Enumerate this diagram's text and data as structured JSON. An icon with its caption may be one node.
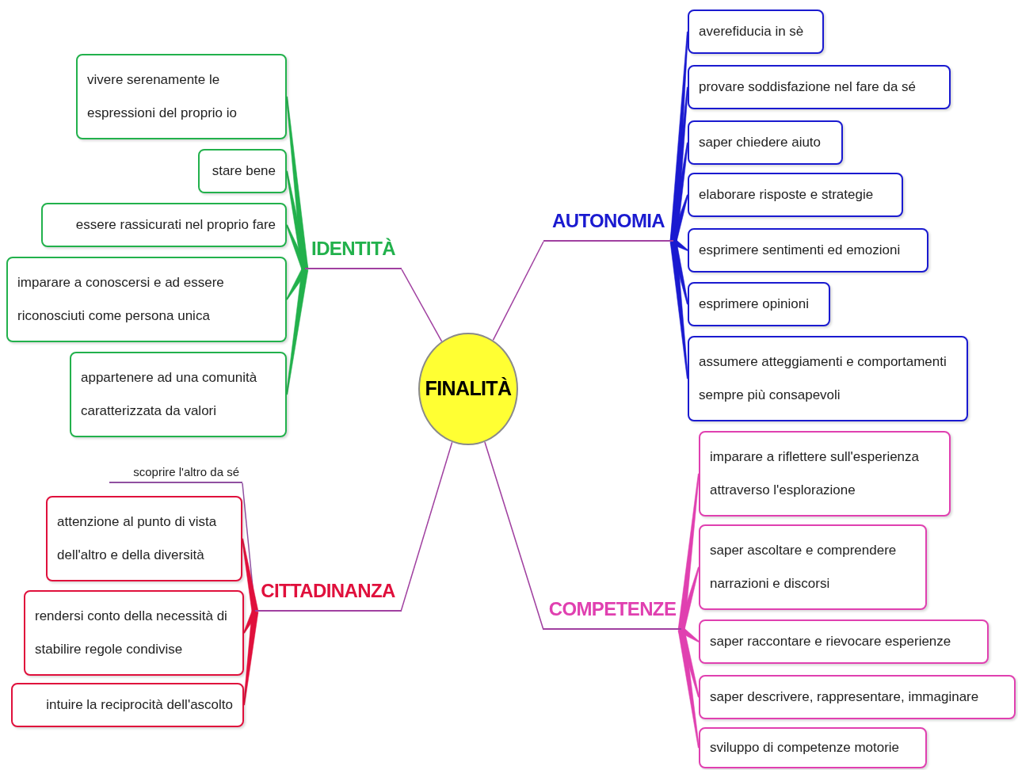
{
  "diagram": {
    "nodes": [
      {
        "text": [
          "FINALITÀ"
        ]
      },
      {
        "text": [
          "IDENTITÀ"
        ]
      },
      {
        "text": [
          "vivere serenamente le espressioni del proprio io"
        ]
      },
      {
        "text": [
          "stare bene"
        ]
      },
      {
        "text": [
          "essere rassicurati nel proprio fare"
        ]
      },
      {
        "text": [
          "imparare a conoscersi e ad essere riconosciuti come persona unica"
        ]
      },
      {
        "text": [
          "appartenere ad una comunità caratterizzata da valori"
        ]
      },
      {
        "text": [
          "AUTONOMIA"
        ]
      },
      {
        "text": [
          "averefiducia in sè"
        ]
      },
      {
        "text": [
          "provare soddisfazione nel fare da sé"
        ]
      },
      {
        "text": [
          "saper chiedere aiuto"
        ]
      },
      {
        "text": [
          "elaborare risposte e strategie"
        ]
      },
      {
        "text": [
          "esprimere sentimenti ed emozioni"
        ]
      },
      {
        "text": [
          "esprimere opinioni"
        ]
      },
      {
        "text": [
          "assumere atteggiamenti e comportamenti sempre più consapevoli"
        ]
      },
      {
        "text": [
          "CITTADINANZA"
        ]
      },
      {
        "text": [
          "scoprire l'altro da sé"
        ]
      },
      {
        "text": [
          "attenzione al punto di vista dell'altro e della diversità"
        ]
      },
      {
        "text": [
          "rendersi conto della necessità di stabilire regole condivise"
        ]
      },
      {
        "text": [
          "intuire la reciprocità dell'ascolto"
        ]
      },
      {
        "text": [
          "COMPETENZE"
        ]
      },
      {
        "text": [
          "imparare a riflettere sull'esperienza attraverso l'esplorazione"
        ]
      },
      {
        "text": [
          "saper ascoltare e comprendere narrazioni e discorsi"
        ]
      },
      {
        "text": [
          "saper raccontare e rievocare esperienze"
        ]
      },
      {
        "text": [
          "saper descrivere, rappresentare, immaginare"
        ]
      },
      {
        "text": [
          "sviluppo di competenze motorie"
        ]
      }
    ],
    "edges": [
      {
        "from": 0,
        "to": 1,
        "arrow": "none",
        "color": "#a040a0"
      },
      {
        "from": 0,
        "to": 7,
        "arrow": "none",
        "color": "#a040a0"
      },
      {
        "from": 0,
        "to": 15,
        "arrow": "none",
        "color": "#a040a0"
      },
      {
        "from": 0,
        "to": 20,
        "arrow": "none",
        "color": "#a040a0"
      },
      {
        "from": 1,
        "to": 2,
        "arrow": "none",
        "color": "#22b14c"
      },
      {
        "from": 1,
        "to": 3,
        "arrow": "none",
        "color": "#22b14c"
      },
      {
        "from": 1,
        "to": 4,
        "arrow": "none",
        "color": "#22b14c"
      },
      {
        "from": 1,
        "to": 5,
        "arrow": "none",
        "color": "#22b14c"
      },
      {
        "from": 1,
        "to": 6,
        "arrow": "none",
        "color": "#22b14c"
      },
      {
        "from": 7,
        "to": 8,
        "arrow": "none",
        "color": "#1a1ad0"
      },
      {
        "from": 7,
        "to": 9,
        "arrow": "none",
        "color": "#1a1ad0"
      },
      {
        "from": 7,
        "to": 10,
        "arrow": "none",
        "color": "#1a1ad0"
      },
      {
        "from": 7,
        "to": 11,
        "arrow": "none",
        "color": "#1a1ad0"
      },
      {
        "from": 7,
        "to": 12,
        "arrow": "none",
        "color": "#1a1ad0"
      },
      {
        "from": 7,
        "to": 13,
        "arrow": "none",
        "color": "#1a1ad0"
      },
      {
        "from": 7,
        "to": 14,
        "arrow": "none",
        "color": "#1a1ad0"
      },
      {
        "from": 15,
        "to": 16,
        "arrow": "none",
        "color": "#9050a0"
      },
      {
        "from": 15,
        "to": 17,
        "arrow": "none",
        "color": "#e0103c"
      },
      {
        "from": 15,
        "to": 18,
        "arrow": "none",
        "color": "#e0103c"
      },
      {
        "from": 15,
        "to": 19,
        "arrow": "none",
        "color": "#e0103c"
      },
      {
        "from": 20,
        "to": 21,
        "arrow": "none",
        "color": "#e040b0"
      },
      {
        "from": 20,
        "to": 22,
        "arrow": "none",
        "color": "#e040b0"
      },
      {
        "from": 20,
        "to": 23,
        "arrow": "none",
        "color": "#e040b0"
      },
      {
        "from": 20,
        "to": 24,
        "arrow": "none",
        "color": "#e040b0"
      },
      {
        "from": 20,
        "to": 25,
        "arrow": "none",
        "color": "#e040b0"
      }
    ]
  }
}
